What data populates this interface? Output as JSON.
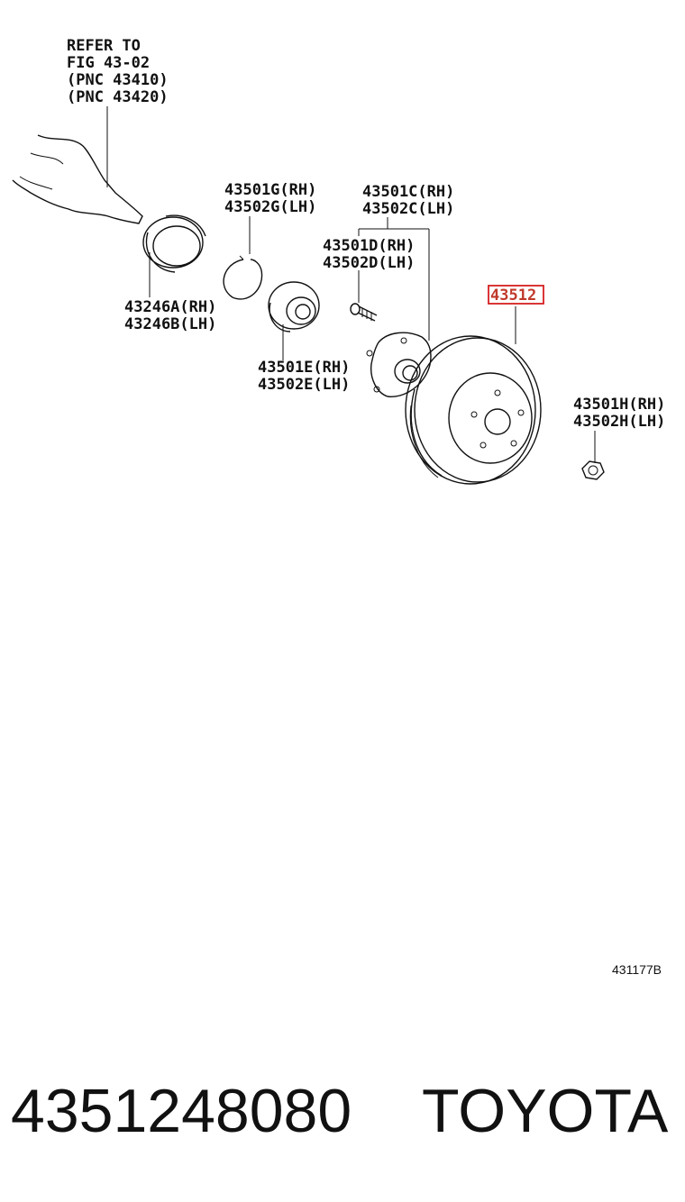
{
  "refer": {
    "line1": "REFER TO",
    "line2": "FIG 43-02",
    "line3": "(PNC 43410)",
    "line4": "(PNC 43420)"
  },
  "labels": {
    "snap_ring_rh": "43501G(RH)",
    "snap_ring_lh": "43502G(LH)",
    "hub_rh": "43501C(RH)",
    "hub_lh": "43502C(LH)",
    "bolt_rh": "43501D(RH)",
    "bolt_lh": "43502D(LH)",
    "seal_rh": "43246A(RH)",
    "seal_lh": "43246B(LH)",
    "bearing_rh": "43501E(RH)",
    "bearing_lh": "43502E(LH)",
    "nut_rh": "43501H(RH)",
    "nut_lh": "43502H(LH)",
    "disc": "43512"
  },
  "figure_code": "431177B",
  "footer": {
    "part_number": "4351248080",
    "brand": "TOYOTA"
  },
  "colors": {
    "highlight": "#d62020",
    "ink": "#111111"
  }
}
